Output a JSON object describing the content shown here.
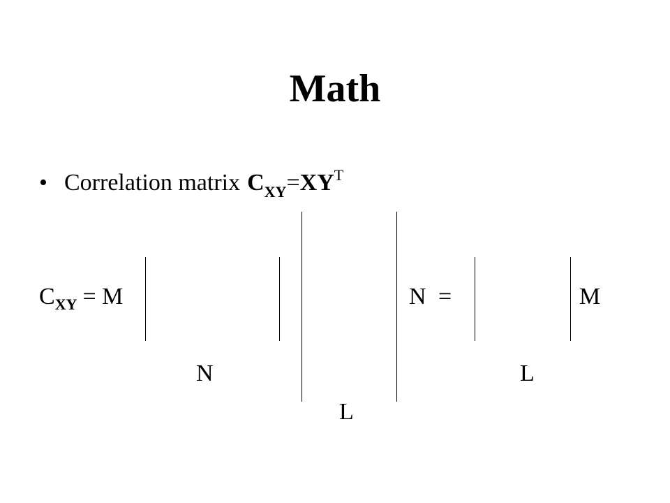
{
  "slide": {
    "title": "Math",
    "bullet": {
      "marker": "•",
      "text_prefix": "Correlation matrix",
      "c_symbol": "C",
      "c_subscript": "XY",
      "equals": "=",
      "rhs": "XY",
      "rhs_superscript": "T"
    },
    "equation": {
      "lhs_symbol": "C",
      "lhs_subscript": "XY",
      "lhs_equals_m": "= M",
      "x_cols_label": "N",
      "y_rows_label": "N",
      "y_cols_label": "L",
      "equals": "=",
      "result_rows_label": "M",
      "result_cols_label": "L"
    }
  }
}
